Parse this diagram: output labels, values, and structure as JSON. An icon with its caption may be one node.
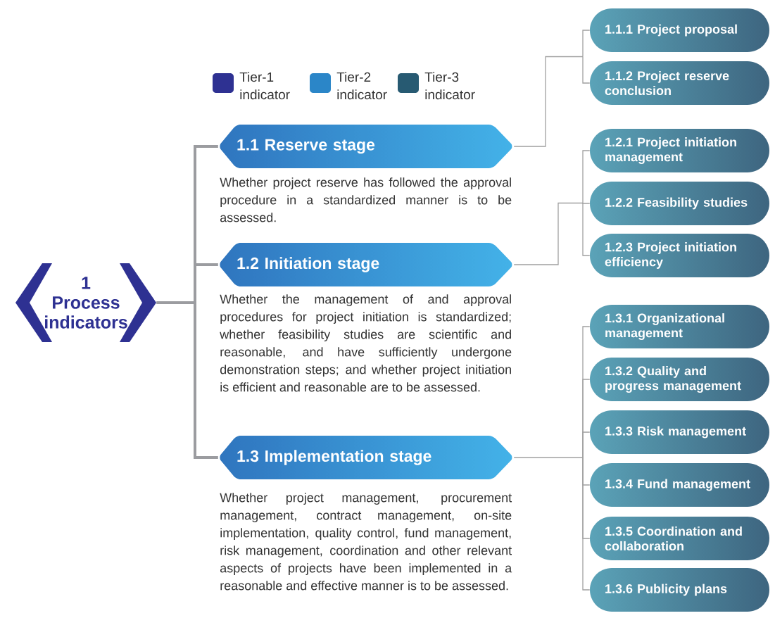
{
  "diagram": {
    "nodes": [
      {
        "text": [
          "1",
          "Process indicators"
        ]
      },
      {
        "text": [
          "1.1 Reserve stage"
        ],
        "beside": [
          "Whether project reserve has followed the approval procedure in a standardized manner is to be assessed."
        ]
      },
      {
        "text": [
          "1.1.1 Project proposal"
        ]
      },
      {
        "text": [
          "1.1.2 Project reserve conclusion"
        ]
      },
      {
        "text": [
          "1.2 Initiation stage"
        ],
        "beside": [
          "Whether the management of and approval procedures for project initiation is standardized; whether feasibility studies are scientific and reasonable, and have sufficiently undergone demonstration steps; and whether project initiation is efficient and reasonable are to be assessed."
        ]
      },
      {
        "text": [
          "1.2.1 Project initiation management"
        ]
      },
      {
        "text": [
          "1.2.2 Feasibility studies"
        ]
      },
      {
        "text": [
          "1.2.3 Project initiation efficiency"
        ]
      },
      {
        "text": [
          "1.3 Implementation stage"
        ],
        "beside": [
          "Whether project management, procurement management, contract management, on-site implementation, quality control, fund management, risk management, coordination and other relevant aspects of projects have been implemented in a reasonable and effective manner is to be assessed."
        ]
      },
      {
        "text": [
          "1.3.1 Organizational management"
        ]
      },
      {
        "text": [
          "1.3.2 Quality and progress management"
        ]
      },
      {
        "text": [
          "1.3.3 Risk management"
        ]
      },
      {
        "text": [
          "1.3.4 Fund management"
        ]
      },
      {
        "text": [
          "1.3.5 Coordination and collaboration"
        ]
      },
      {
        "text": [
          "1.3.6 Publicity plans"
        ]
      }
    ],
    "edges": [
      {
        "from": 0,
        "to": 1,
        "arrow": "none",
        "style": "thick"
      },
      {
        "from": 0,
        "to": 4,
        "arrow": "none",
        "style": "thick"
      },
      {
        "from": 0,
        "to": 8,
        "arrow": "none",
        "style": "thick"
      },
      {
        "from": 1,
        "to": 2,
        "arrow": "none"
      },
      {
        "from": 1,
        "to": 3,
        "arrow": "none"
      },
      {
        "from": 4,
        "to": 5,
        "arrow": "none"
      },
      {
        "from": 4,
        "to": 6,
        "arrow": "none"
      },
      {
        "from": 4,
        "to": 7,
        "arrow": "none"
      },
      {
        "from": 8,
        "to": 9,
        "arrow": "none"
      },
      {
        "from": 8,
        "to": 10,
        "arrow": "none"
      },
      {
        "from": 8,
        "to": 11,
        "arrow": "none"
      },
      {
        "from": 8,
        "to": 12,
        "arrow": "none"
      },
      {
        "from": 8,
        "to": 13,
        "arrow": "none"
      },
      {
        "from": 8,
        "to": 14,
        "arrow": "none"
      }
    ],
    "legend": [
      {
        "text": "Tier-1 indicator",
        "color": "#2e3192"
      },
      {
        "text": "Tier-2 indicator",
        "color": "#2b86c8"
      },
      {
        "text": "Tier-3 indicator",
        "color": "#275a72"
      }
    ]
  }
}
